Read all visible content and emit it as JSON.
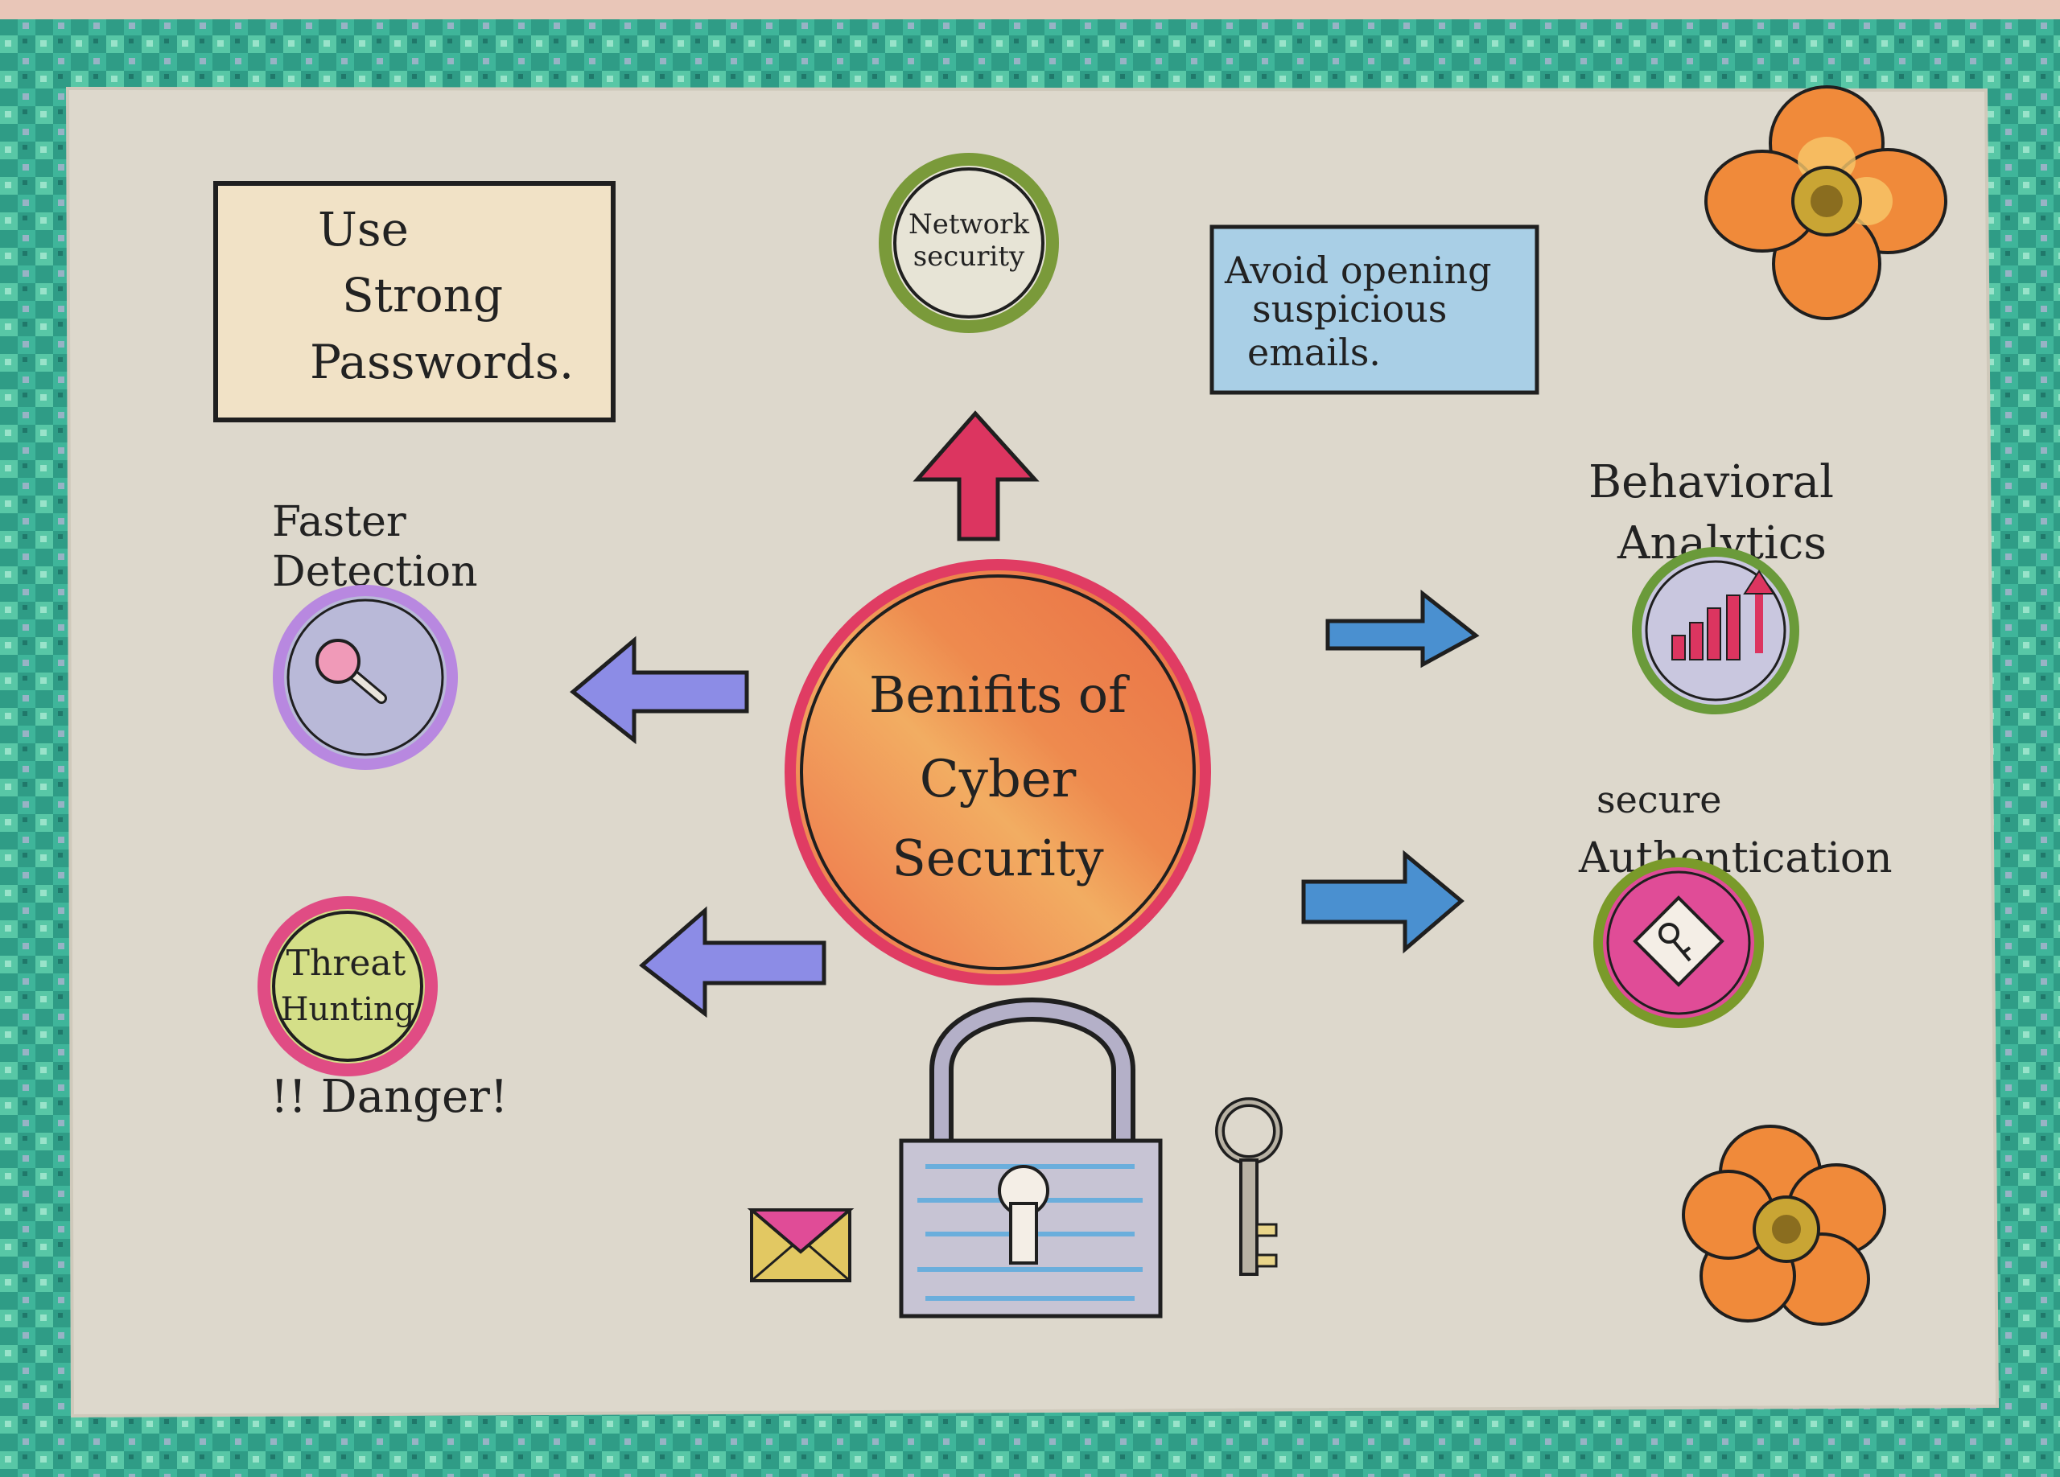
{
  "poster": {
    "center_title_lines": [
      "Benifits of",
      "Cyber",
      "Security"
    ],
    "strong_passwords_lines": [
      "Use",
      "Strong",
      "Passwords."
    ],
    "network_security_lines": [
      "Network",
      "security"
    ],
    "suspicious_emails_lines": [
      "Avoid opening",
      "suspicious",
      "emails."
    ],
    "faster_detection_lines": [
      "Faster",
      "Detection"
    ],
    "behavioral_analytics_lines": [
      "Behavioral",
      "Analytics"
    ],
    "secure_authentication_lines": [
      "secure",
      "Authentication"
    ],
    "threat_hunting_lines": [
      "Threat",
      "Hunting"
    ],
    "danger_text": "!! Danger!"
  },
  "colors": {
    "paper": "#ddd8cc",
    "center_orange": "#ee7848",
    "center_yellow": "#f0b860",
    "arrow_red": "#dc3560",
    "arrow_blue": "#4a90d0",
    "arrow_lavender": "#8c8ce6",
    "passwords_fill": "#f1e2c6",
    "emails_fill": "#a9cfe6",
    "network_ring": "#7a9a3a",
    "detection_ring": "#b888e0",
    "analytics_ring": "#6a9a3a",
    "auth_ring": "#7a9a2a",
    "threat_ring": "#e04c84",
    "threat_fill": "#d4df88",
    "flower_petal": "#f08a3a"
  },
  "icons": [
    "magnifier-icon",
    "bar-chart-up-icon",
    "key-card-icon",
    "padlock-icon",
    "key-icon",
    "envelope-icon",
    "flower-icon"
  ]
}
